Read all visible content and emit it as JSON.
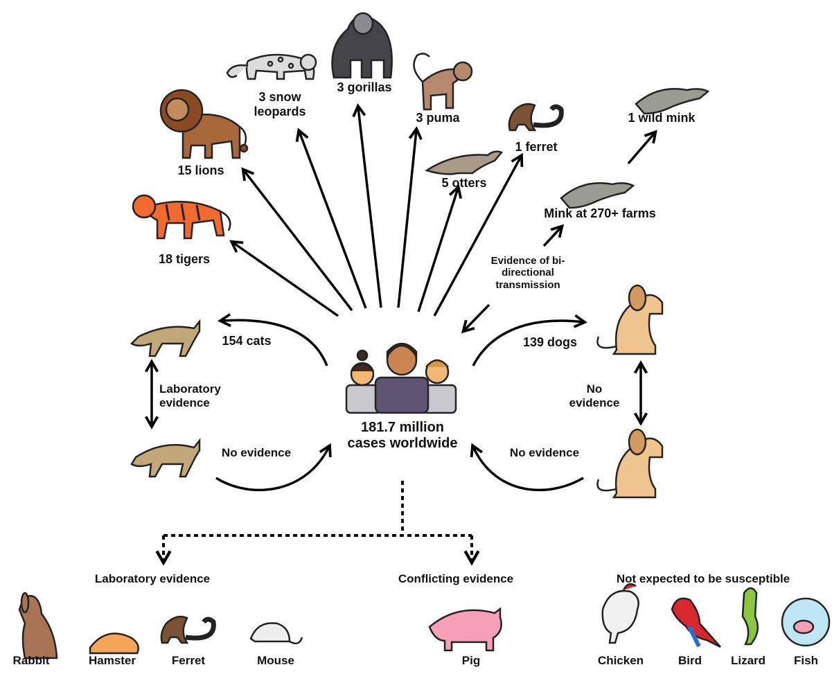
{
  "center": {
    "label": "181.7 million cases worldwide"
  },
  "animals": {
    "tigers": "18 tigers",
    "lions": "15 lions",
    "snow_leopards": "3 snow leopards",
    "gorillas": "3 gorillas",
    "puma": "3 puma",
    "otters": "5 otters",
    "ferret": "1 ferret",
    "wild_mink": "1 wild mink",
    "mink_farms": "Mink at 270+ farms",
    "cats": "154 cats",
    "dogs": "139 dogs"
  },
  "notes": {
    "bidirectional": "Evidence of bi-directional transmission",
    "cats_lab": "Laboratory evidence",
    "cats_no_evidence": "No evidence",
    "dogs_no_evidence_vertical": "No evidence",
    "dogs_no_evidence": "No evidence"
  },
  "categories": {
    "laboratory": {
      "title": "Laboratory evidence",
      "items": [
        "Rabbit",
        "Hamster",
        "Ferret",
        "Mouse"
      ]
    },
    "conflicting": {
      "title": "Conflicting evidence",
      "items": [
        "Pig"
      ]
    },
    "not_susceptible": {
      "title": "Not expected to be susceptible",
      "items": [
        "Chicken",
        "Bird",
        "Lizard",
        "Fish"
      ]
    }
  },
  "colors": {
    "tiger": "#f26a2e",
    "lion": "#a8683a",
    "lion_mane": "#8b4a23",
    "snow_leopard": "#dcdcdc",
    "gorilla": "#444449",
    "puma": "#b7896c",
    "otter": "#a89a86",
    "ferret": "#7a5236",
    "mink": "#9a9c94",
    "cat": "#c2a878",
    "dog": "#f0c48e",
    "people_shirt": "#5e5472",
    "skin": "#f2b773",
    "rabbit": "#a87454",
    "hamster": "#f5a65b",
    "mouse": "#eeeeee",
    "pig": "#f6a0b8",
    "parrot": "#d9272e",
    "lizard": "#8cc63f",
    "fishbowl": "#bfe6f5"
  }
}
